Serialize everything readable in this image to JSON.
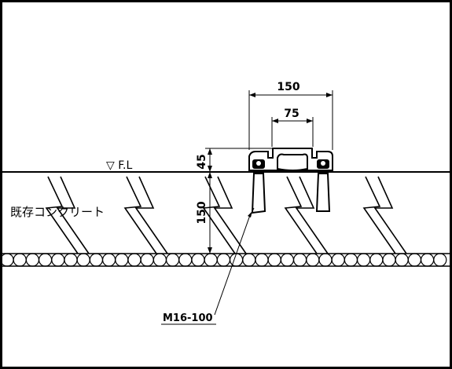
{
  "labels": {
    "width_outer": "150",
    "width_inner": "75",
    "height_top": "45",
    "height_embed": "150",
    "floor_level": "▽ F.L",
    "material": "既存コンクリート",
    "anchor": "M16-100"
  }
}
